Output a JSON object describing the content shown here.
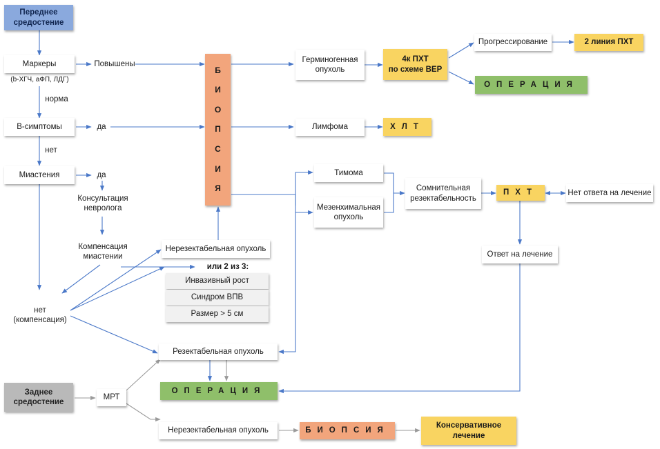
{
  "nodes": {
    "anterior": "Переднее\nсредостение",
    "markers": "Маркеры",
    "markers_sub": "(b-ХГЧ, аФП, ЛДГ)",
    "elevated": "Повышены",
    "normal": "норма",
    "b_symptoms": "В-симптомы",
    "yes1": "да",
    "no1": "нет",
    "myasthenia": "Миастения",
    "yes2": "да",
    "neuro_consult": "Консультация\nневролога",
    "myasthenia_comp": "Компенсация\nмиастении",
    "no_comp": "нет\n(компенсация)",
    "biopsy_letters": [
      "Б",
      "И",
      "О",
      "П",
      "С",
      "И",
      "Я"
    ],
    "germ_tumor": "Герминогенная\nопухоль",
    "pct_bep": "4к ПХТ\nпо схеме ВЕР",
    "progression": "Прогрессирование",
    "second_line": "2 линия ПХТ",
    "operation_top": "ОПЕРАЦИЯ",
    "lymphoma": "Лимфома",
    "hlt": "ХЛТ",
    "thymoma": "Тимома",
    "mesenchymal": "Мезенхимальная\nопухоль",
    "doubtful": "Сомнительная\nрезектабельность",
    "pct": "ПХТ",
    "no_response": "Нет ответа на лечение",
    "response": "Ответ на лечение",
    "unresectable_top": "Нерезектабельная опухоль",
    "two_of_three": "или 2 из 3:",
    "invasive": "Инвазивный рост",
    "svc": "Синдром ВПВ",
    "size": "Размер > 5 см",
    "resectable": "Резектабельная опухоль",
    "operation_bottom": "ОПЕРАЦИЯ",
    "posterior": "Заднее\nсредостение",
    "mri": "МРТ",
    "unresectable_bottom": "Нерезектабельная опухоль",
    "biopsy_bottom": "БИОПСИЯ",
    "conservative": "Консервативное\nлечение"
  },
  "colors": {
    "blue_box": "#8aa9dd",
    "gray_box": "#b9b9b9",
    "yellow_box": "#f9d461",
    "green_box": "#8fbf6a",
    "orange_box": "#f2a57c",
    "arrow_blue": "#4a78c8",
    "arrow_gray": "#9a9a9a"
  }
}
